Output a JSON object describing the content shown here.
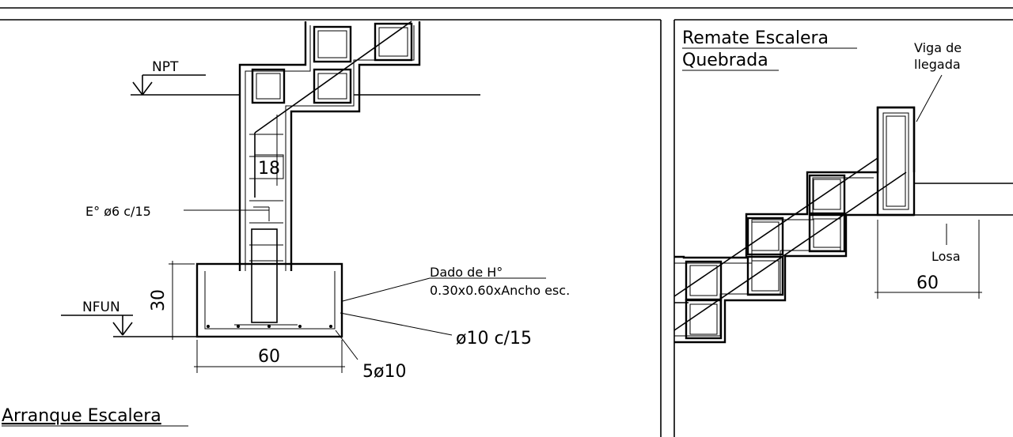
{
  "left_detail": {
    "title": "Arranque Escalera",
    "level_npt": "NPT",
    "level_nfun": "NFUN",
    "stirrup_label": "E° ø6 c/15",
    "dim_18": "18",
    "dim_30": "30",
    "dim_60": "60",
    "dado_label_line1": "Dado de H°",
    "dado_label_line2": "0.30x0.60xAncho esc.",
    "bar_spacing_label": "ø10 c/15",
    "bottom_bars_label": "5ø10"
  },
  "right_detail": {
    "title_line1": "Remate Escalera",
    "title_line2": "Quebrada",
    "beam_label_line1": "Viga de",
    "beam_label_line2": "llegada",
    "slab_label": "Losa",
    "dim_60": "60"
  }
}
